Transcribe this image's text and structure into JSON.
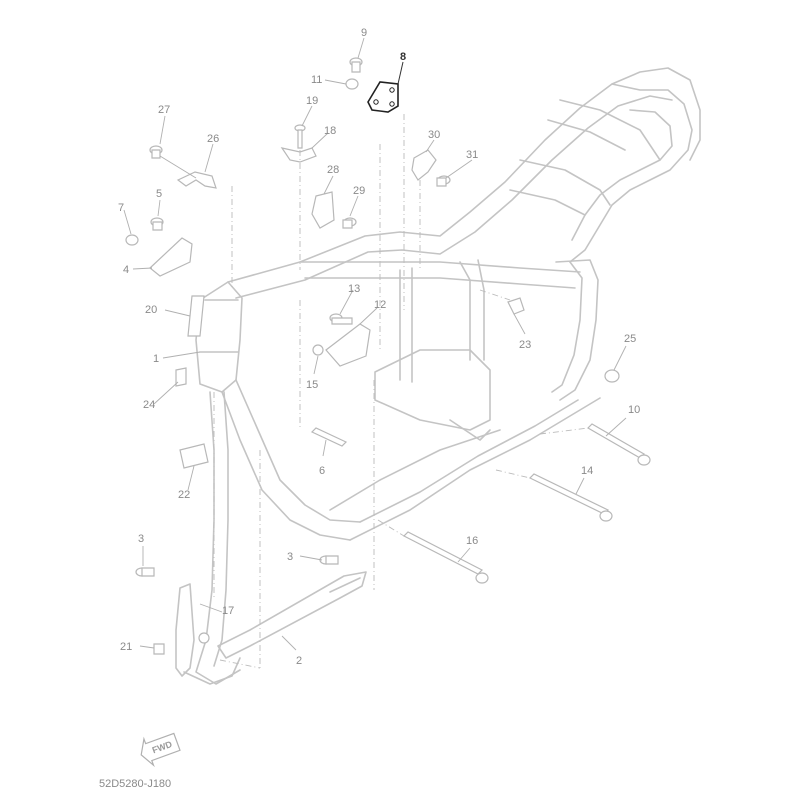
{
  "diagram": {
    "code": "52D5280-J180",
    "fwd_label": "FWD",
    "highlighted": "8",
    "callouts": {
      "c1": "1",
      "c2": "2",
      "c3a": "3",
      "c3b": "3",
      "c4": "4",
      "c5": "5",
      "c6": "6",
      "c7": "7",
      "c8": "8",
      "c9": "9",
      "c10": "10",
      "c11": "11",
      "c12": "12",
      "c13": "13",
      "c14": "14",
      "c15": "15",
      "c16": "16",
      "c17": "17",
      "c18": "18",
      "c19": "19",
      "c20": "20",
      "c21": "21",
      "c22": "22",
      "c23": "23",
      "c24": "24",
      "c25": "25",
      "c26": "26",
      "c27": "27",
      "c28": "28",
      "c29": "29",
      "c30": "30",
      "c31": "31"
    }
  }
}
